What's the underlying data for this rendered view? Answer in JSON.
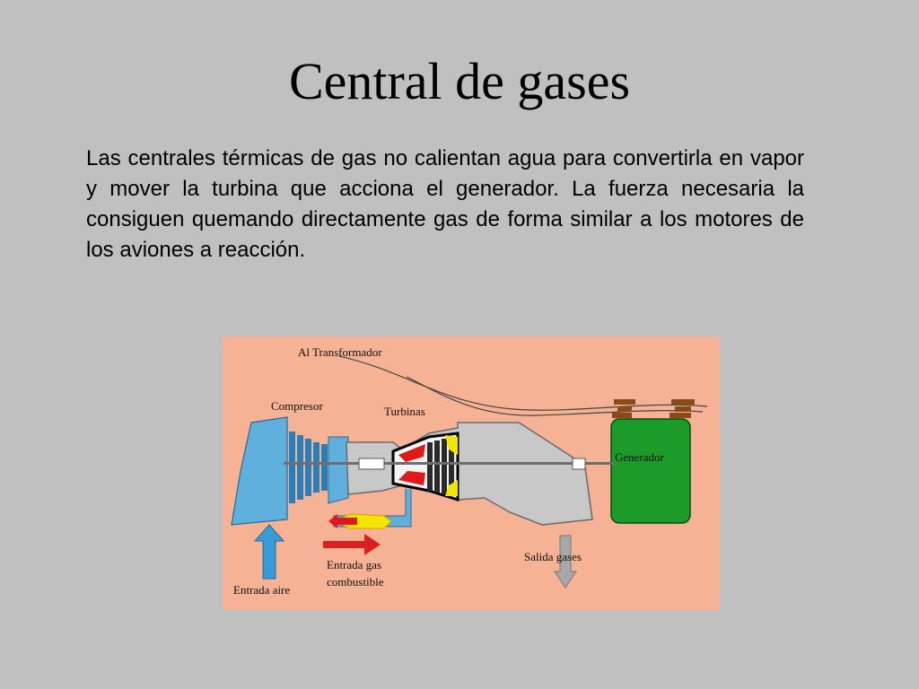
{
  "slide": {
    "title": "Central de gases",
    "body": "Las centrales térmicas de gas no calientan agua para convertirla en vapor y mover la turbina que acciona el generador. La fuerza necesaria la consiguen quemando directamente gas de forma similar a los motores de los aviones a reacción."
  },
  "diagram": {
    "labels": {
      "transformer": "Al Transformador",
      "compressor": "Compresor",
      "turbines": "Turbinas",
      "generator": "Generador",
      "exhaust": "Salida gases",
      "fuel_line1": "Entrada gas",
      "fuel_line2": "combustible",
      "air_inlet": "Entrada aire"
    },
    "colors": {
      "background": "#f6b294",
      "compressor": "#5fb0dc",
      "turbine_casing": "#c8c8c8",
      "generator": "#1c9b2a",
      "flame_red": "#e01818",
      "flame_yellow": "#f2e600",
      "fuel_arrow": "#d82020",
      "air_arrow": "#3a9ad6",
      "exhaust_arrow": "#a8a8a8"
    }
  }
}
